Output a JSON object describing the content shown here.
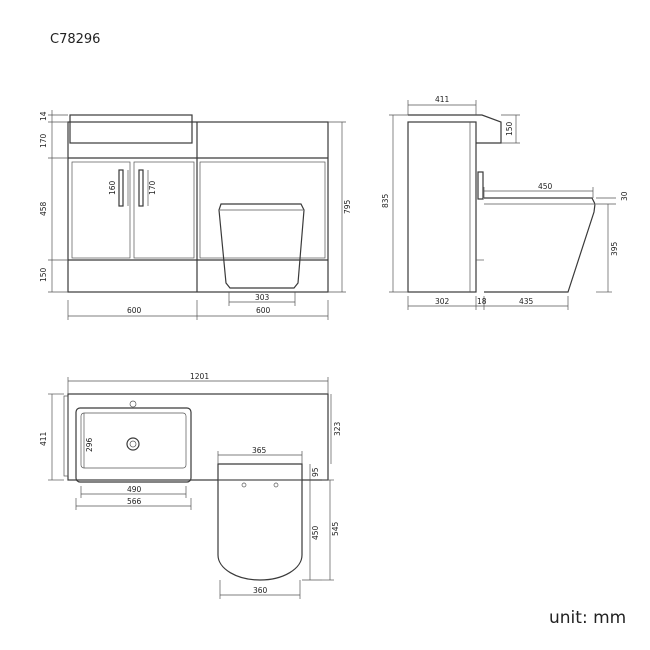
{
  "product_code": "C78296",
  "unit_label": "unit: mm",
  "front_view": {
    "h_top": "14",
    "h_counter": "170",
    "h_doors": "458",
    "h_plinth": "150",
    "h_total": "795",
    "handle_left": "160",
    "handle_right": "170",
    "w_left": "600",
    "w_right": "600",
    "w_pan": "303"
  },
  "side_view": {
    "depth_top": "411",
    "h_cistern": "150",
    "h_total": "835",
    "seat_depth": "450",
    "seat_thk": "30",
    "pan_height": "395",
    "d_unit": "302",
    "d_gap": "18",
    "d_pan": "435"
  },
  "plan_view": {
    "total_width": "1201",
    "depth": "411",
    "bowl_depth": "296",
    "bowl_width": "490",
    "basin_width": "566",
    "right_depth": "323",
    "pan_width": "365",
    "pan_offset": "95",
    "pan_length": "450",
    "pan_projection": "545",
    "pan_base": "360"
  }
}
